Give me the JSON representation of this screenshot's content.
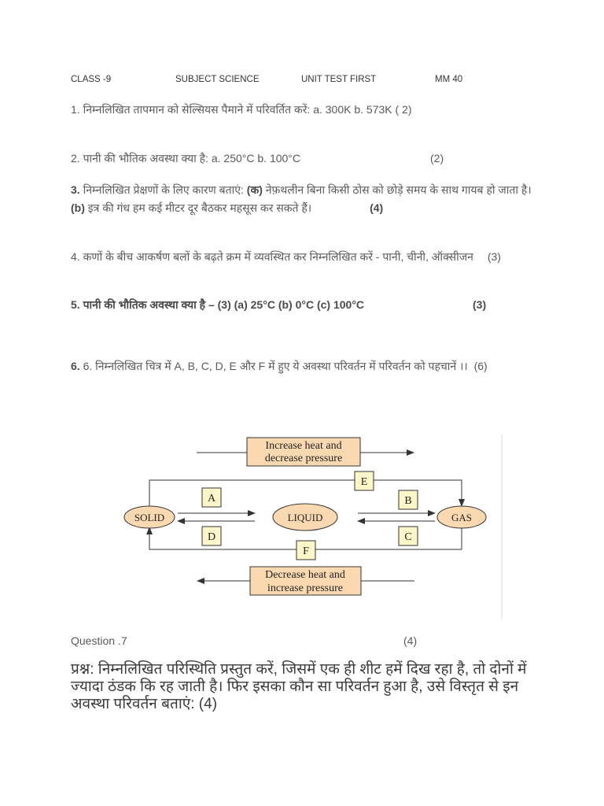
{
  "header": {
    "class": "CLASS -9",
    "subject": "SUBJECT  SCIENCE",
    "test": "UNIT TEST FIRST",
    "marks": "MM 40"
  },
  "questions": {
    "q1": {
      "text": "1. निम्नलिखित तापमान को सेल्सियस पैमाने में परिवर्तित करें:  a. 300K b. 573K    ( 2)"
    },
    "q2": {
      "text": "2. पानी की भौतिक अवस्था क्या है:  a. 250°C b. 100°C",
      "marks": "(2)"
    },
    "q3": {
      "num": "3.",
      "text_a": " निम्नलिखित प्रेक्षणों के लिए कारण बताएं:  ",
      "part_a_label": "(क)",
      "text_b": " नेफ़थलीन बिना किसी ठोस को छोड़े समय के साथ गायब हो जाता है। ",
      "part_b_label": "(b)",
      "text_c": " इत्र की गंध हम कई मीटर दूर बैठकर महसूस कर सकते हैं।",
      "marks": "(4)"
    },
    "q4": {
      "text": "4. कणों के बीच आकर्षण बलों के बढ़ते क्रम में व्यवस्थित कर निम्नलिखित करें - पानी, चीनी, ऑक्सीजन",
      "marks": "(3)"
    },
    "q5": {
      "text": "5. पानी की भौतिक अवस्था क्या है – (3) (a) 25°C (b) 0°C (c) 100°C",
      "marks": "(3)"
    },
    "q6": {
      "num": "6.",
      "text": " 6. निम्नलिखित चित्र में A, B, C, D, E और F में हुए ये अवस्था परिवर्तन में परिवर्तन को पहचानें ।।",
      "marks": "(6)"
    }
  },
  "diagram": {
    "top_label_line1": "Increase heat and",
    "top_label_line2": "decrease pressure",
    "bottom_label_line1": "Decrease heat and",
    "bottom_label_line2": "increase pressure",
    "solid": "SOLID",
    "liquid": "LIQUID",
    "gas": "GAS",
    "box_a": "A",
    "box_b": "B",
    "box_c": "C",
    "box_d": "D",
    "box_e": "E",
    "box_f": "F",
    "colors": {
      "fill": "#fbd9b0",
      "box": "#fdf6c8",
      "stroke": "#333333"
    }
  },
  "question7": {
    "label": "Question .7",
    "marks": "(4)",
    "text": "प्रश्न: निम्नलिखित परिस्थिति प्रस्तुत करें, जिसमें एक ही शीट हमें दिख रहा है, तो दोनों में ज्यादा ठंडक कि रह जाती है। फिर इसका कौन सा परिवर्तन हुआ है, उसे विस्तृत से इन अवस्था परिवर्तन बताएं: (4)"
  }
}
